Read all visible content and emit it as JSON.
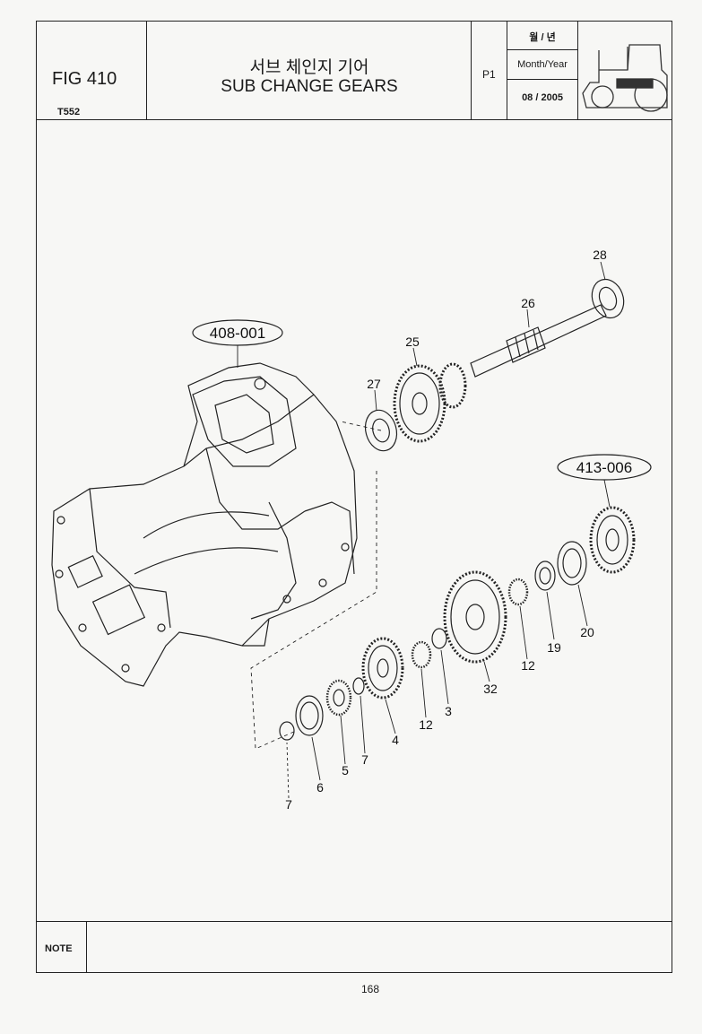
{
  "header": {
    "fig_label": "FIG 410",
    "model": "T552",
    "title_korean": "서브 체인지 기어",
    "title_english": "SUB CHANGE GEARS",
    "page_code": "P1",
    "date_label_korean": "월 / 년",
    "date_label_english": "Month/Year",
    "date_value": "08 / 2005",
    "logo": "tractor-icon"
  },
  "diagram": {
    "references": [
      "408-001",
      "413-006"
    ],
    "part_numbers": [
      "28",
      "26",
      "25",
      "27",
      "20",
      "19",
      "12",
      "32",
      "3",
      "12",
      "4",
      "7",
      "5",
      "6",
      "7"
    ]
  },
  "note": {
    "label": "NOTE",
    "text": ""
  },
  "footer": {
    "page_number": "168"
  }
}
